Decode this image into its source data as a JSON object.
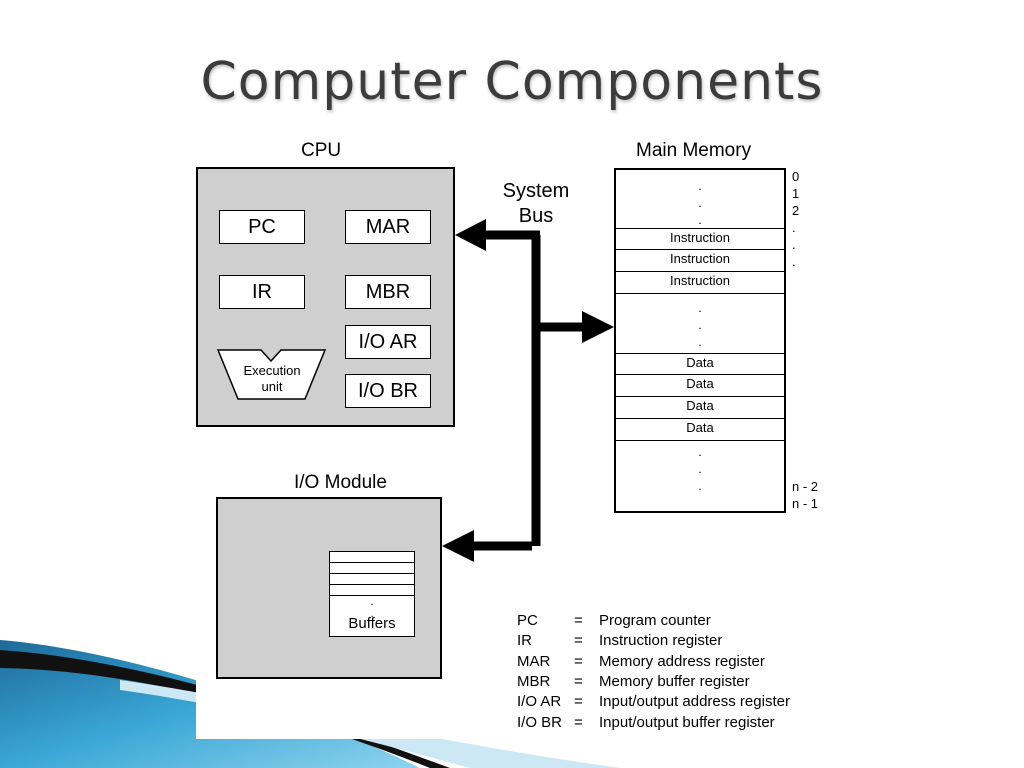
{
  "slide": {
    "title": "Computer Components"
  },
  "diagram": {
    "cpu": {
      "label": "CPU",
      "registers": {
        "pc": "PC",
        "mar": "MAR",
        "ir": "IR",
        "mbr": "MBR",
        "ioar": "I/O AR",
        "iobr": "I/O BR"
      },
      "execution_unit": {
        "line1": "Execution",
        "line2": "unit"
      }
    },
    "system_bus": {
      "line1": "System",
      "line2": "Bus"
    },
    "main_memory": {
      "label": "Main Memory",
      "cells": [
        "Instruction",
        "Instruction",
        "Instruction",
        "Data",
        "Data",
        "Data",
        "Data"
      ],
      "dot": ".",
      "addresses_top": [
        "0",
        "1",
        "2",
        ".",
        ".",
        "."
      ],
      "addresses_bottom": [
        "n - 2",
        "n - 1"
      ]
    },
    "io_module": {
      "label": "I/O Module",
      "buffers_label": "Buffers"
    },
    "legend": [
      {
        "abbr": "PC",
        "eq": "=",
        "text": "Program counter"
      },
      {
        "abbr": "IR",
        "eq": "=",
        "text": "Instruction register"
      },
      {
        "abbr": "MAR",
        "eq": "=",
        "text": "Memory address register"
      },
      {
        "abbr": "MBR",
        "eq": "=",
        "text": "Memory buffer register"
      },
      {
        "abbr": "I/O AR",
        "eq": "=",
        "text": "Input/output address register"
      },
      {
        "abbr": "I/O BR",
        "eq": "=",
        "text": "Input/output buffer register"
      }
    ]
  },
  "colors": {
    "box_fill": "#cfcfcf",
    "bus": "#000000",
    "title": "#3c3c3c",
    "deco_blue": "#3a9fcf"
  }
}
